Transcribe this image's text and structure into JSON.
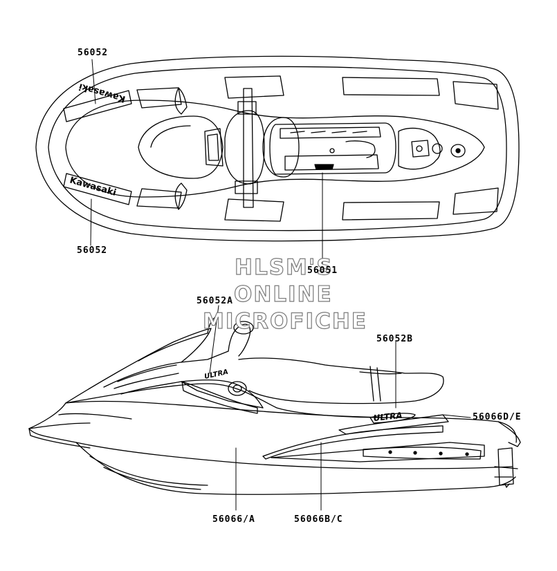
{
  "labels": {
    "top_upper_decal": "56052",
    "top_lower_decal": "56052",
    "top_engine_label": "56051",
    "side_upper_decal": "56052A",
    "side_rear_decal": "56052B",
    "side_stern_decal": "56066D/E",
    "side_lower_front": "56066/A",
    "side_lower_rear": "56066B/C"
  },
  "brand": {
    "decal_text": "Kawasaki",
    "side_model_left": "ULTRA",
    "side_model_right": "ULTRA"
  },
  "watermark": {
    "line1": "HLSM'S",
    "line2": "ONLINE",
    "line3": "MICROFICHE"
  },
  "colors": {
    "line": "#000000",
    "watermark_outline": "#7a7a7a",
    "background": "#ffffff"
  }
}
